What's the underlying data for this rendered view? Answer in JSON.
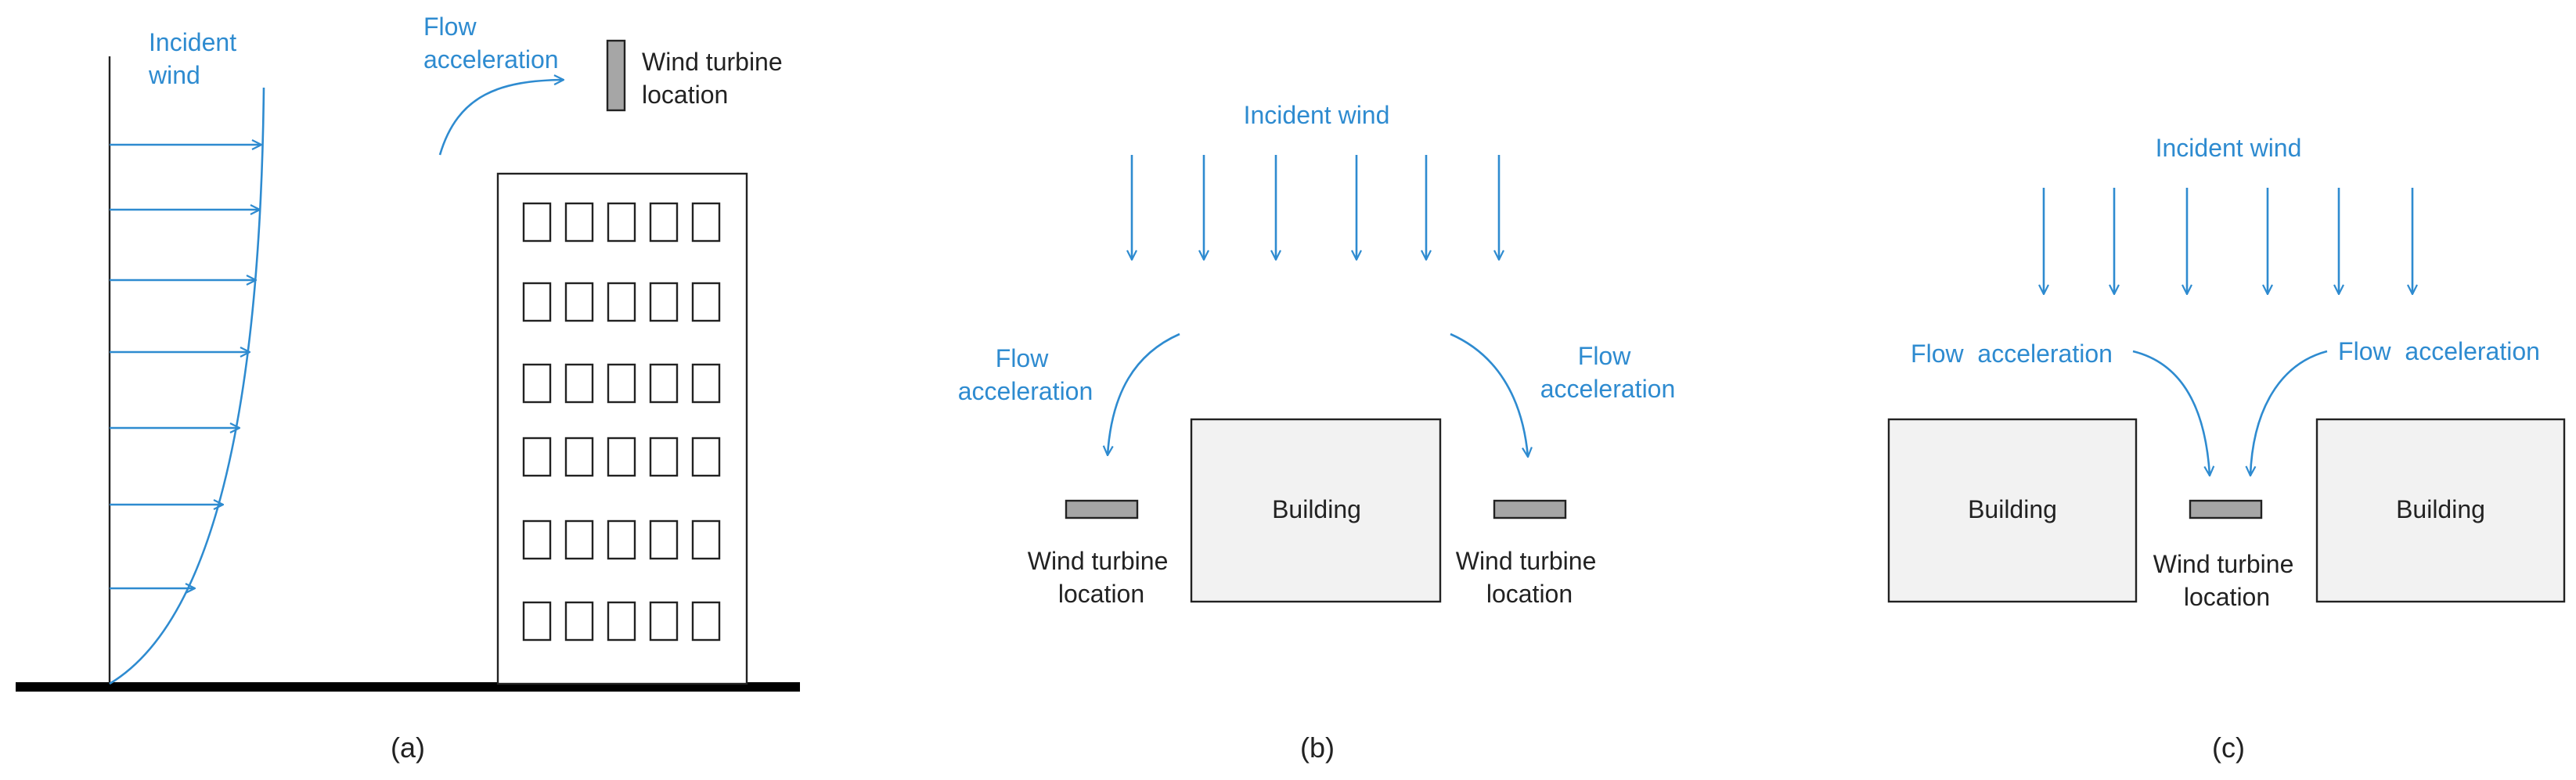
{
  "colors": {
    "flow": "#2E8BD0",
    "text": "#222222",
    "turbine": "#A6A6A6",
    "building_fill": "#F2F2F2"
  },
  "panel_a": {
    "incident_line1": "Incident",
    "incident_line2": "wind",
    "flow_line1": "Flow",
    "flow_line2": "acceleration",
    "turbine_line1": "Wind turbine",
    "turbine_line2": "location",
    "caption": "(a)"
  },
  "panel_b": {
    "incident": "Incident wind",
    "flow_left_line1": "Flow",
    "flow_left_line2": "acceleration",
    "flow_right_line1": "Flow",
    "flow_right_line2": "acceleration",
    "building": "Building",
    "turbine_left_line1": "Wind turbine",
    "turbine_left_line2": "location",
    "turbine_right_line1": "Wind turbine",
    "turbine_right_line2": "location",
    "caption": "(b)"
  },
  "panel_c": {
    "incident": "Incident wind",
    "flow_left": "Flow  acceleration",
    "flow_right": "Flow  acceleration",
    "building_left": "Building",
    "building_right": "Building",
    "turbine_line1": "Wind turbine",
    "turbine_line2": "location",
    "caption": "(c)"
  }
}
